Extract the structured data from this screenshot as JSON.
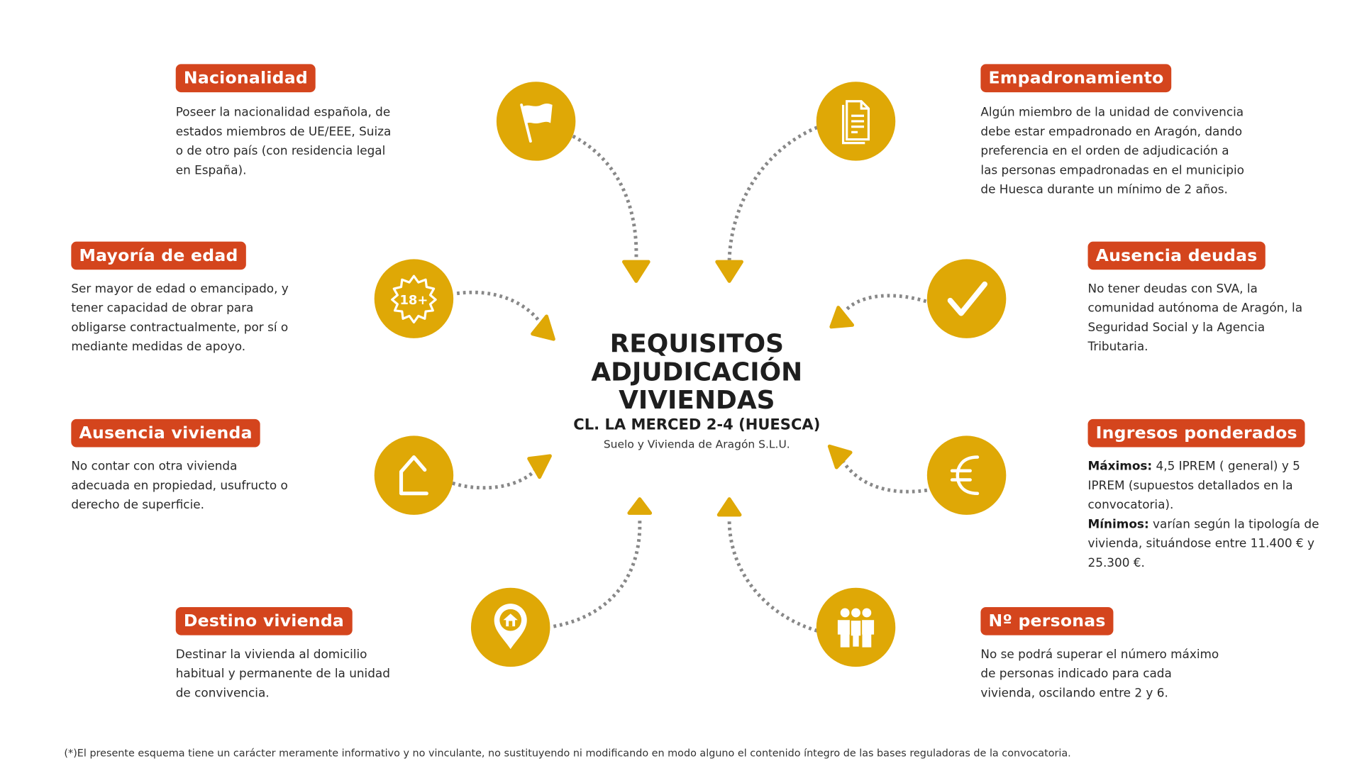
{
  "colors": {
    "label_bg": "#d4451d",
    "icon_bg": "#dfa806",
    "arrow": "#888888",
    "arrowhead": "#dfa806"
  },
  "title": {
    "line1": "REQUISITOS",
    "line2": "ADJUDICACIÓN",
    "line3": "VIVIENDAS",
    "address": "CL. LA MERCED 2-4 (HUESCA)",
    "org": "Suelo y Vivienda de Aragón S.L.U."
  },
  "items": [
    {
      "label": "Nacionalidad",
      "icon": "flag-icon",
      "text": "Poseer la nacionalidad española, de\nestados miembros de UE/EEE, Suiza\no de otro país (con residencia legal\nen España)."
    },
    {
      "label": "Empadronamiento",
      "icon": "document-icon",
      "text": "Algún miembro de la unidad de convivencia\ndebe estar empadronado en Aragón, dando\npreferencia en el orden de adjudicación a\nlas personas empadronadas en el municipio\nde Huesca durante un mínimo de 2 años."
    },
    {
      "label": "Mayoría de edad",
      "icon": "age-18-plus-icon",
      "text": "Ser mayor de edad o emancipado, y\ntener capacidad de obrar para\nobligarse contractualmente, por sí o\nmediante medidas de apoyo."
    },
    {
      "label": "Ausencia deudas",
      "icon": "checkmark-icon",
      "text": "No tener deudas con SVA, la\ncomunidad autónoma de Aragón, la\nSeguridad Social y la Agencia\nTributaria."
    },
    {
      "label": "Ausencia vivienda",
      "icon": "house-icon",
      "text": "No contar con otra vivienda\nadecuada en propiedad, usufructo o\nderecho de superficie."
    },
    {
      "label": "Ingresos ponderados",
      "icon": "euro-icon",
      "max_label": "Máximos:",
      "max_text": " 4,5 IPREM ( general) y 5\nIPREM (supuestos detallados en la\nconvocatoria).",
      "min_label": "Mínimos:",
      "min_text": " varían según la tipología de\nvivienda, situándose entre 11.400 € y\n25.300 €."
    },
    {
      "label": "Destino vivienda",
      "icon": "location-pin-icon",
      "text": "Destinar la vivienda al domicilio\nhabitual y permanente de la unidad\nde convivencia."
    },
    {
      "label": "Nº personas",
      "icon": "people-icon",
      "text": "No se podrá superar el número máximo\nde personas indicado para cada\nvivienda, oscilando entre 2 y 6."
    }
  ],
  "footer": "(*)El presente esquema tiene un carácter meramente informativo y no vinculante, no sustituyendo ni modificando en modo alguno el contenido íntegro de las bases reguladoras de la convocatoria."
}
